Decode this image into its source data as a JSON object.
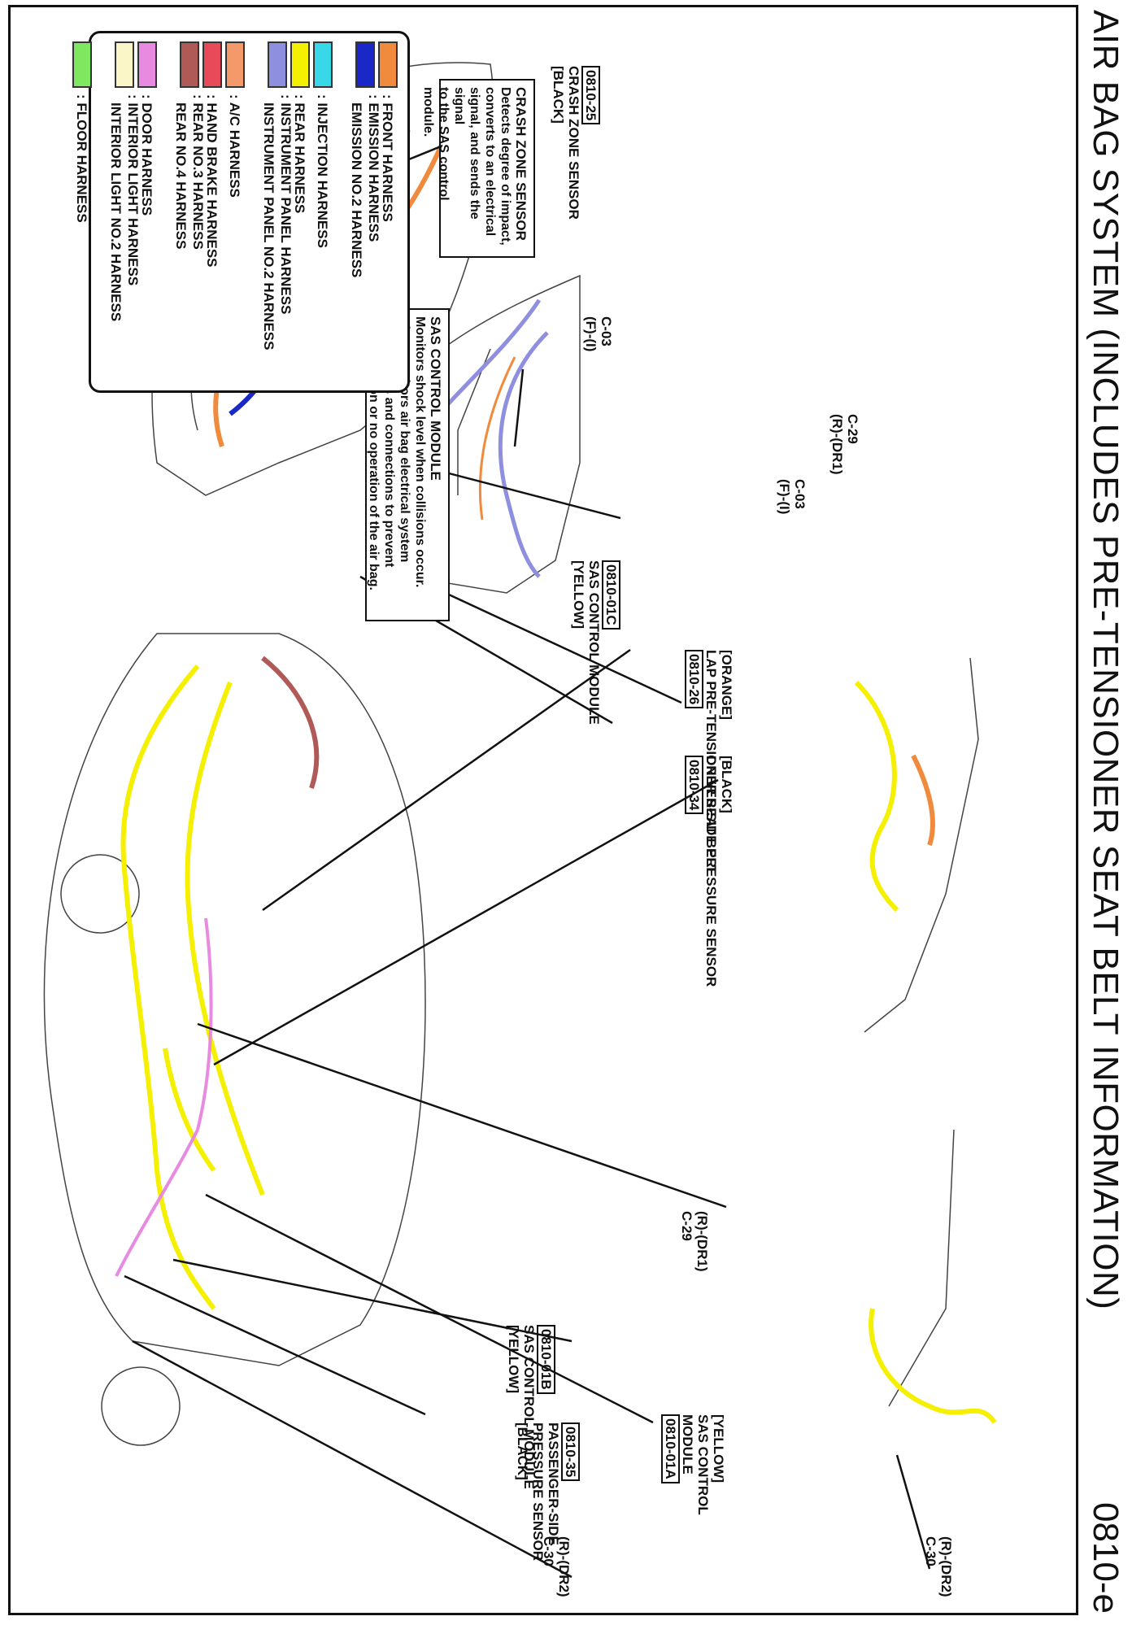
{
  "title": "AIR BAG SYSTEM (INCLUDES PRE-TENSIONER SEAT BELT INFORMATION)",
  "page_number": "0810-e",
  "legend": [
    {
      "label": ": FRONT HARNESS",
      "color": "#f08a3c"
    },
    {
      "label": ": EMISSION HARNESS",
      "label2": "EMISSION NO.2 HARNESS",
      "color": "#1a28c8"
    },
    {
      "label": ": INJECTION HARNESS",
      "color": "#38d8e8"
    },
    {
      "label": ": REAR HARNESS",
      "color": "#f4f000"
    },
    {
      "label": ": INSTRUMENT PANEL HARNESS",
      "label2": "INSTRUMENT PANEL NO.2 HARNESS",
      "color": "#8f8fe0"
    },
    {
      "label": ": A/C HARNESS",
      "color": "#f49a6a"
    },
    {
      "label": ": HAND BRAKE HARNESS",
      "color": "#e84a5a"
    },
    {
      "label": ": REAR NO.3 HARNESS",
      "label2": "REAR NO.4 HARNESS",
      "color": "#b05a58"
    },
    {
      "label": ": DOOR HARNESS",
      "color": "#e88ae0"
    },
    {
      "label": ": INTERIOR LIGHT HARNESS",
      "label2": "INTERIOR LIGHT NO.2 HARNESS",
      "color": "#fbf6c8"
    },
    {
      "label": ": FLOOR HARNESS",
      "color": "#80e860"
    }
  ],
  "crash_zone": {
    "code": "0810-25",
    "name": "CRASH ZONE SENSOR",
    "color_note": "[BLACK]",
    "heading": "CRASH ZONE SENSOR",
    "lines": [
      "Detects degree of impact,",
      "converts to an electrical",
      "signal, and sends the signal",
      "to the SAS control module."
    ]
  },
  "sas_module_box": {
    "heading": "SAS CONTROL MODULE",
    "lines": [
      "Monitors shock level when collisions occur.",
      "Also, monitors air bag electrical system",
      "components and connections to prevent",
      "mis-operation or no operation of the air bag."
    ]
  },
  "dash": {
    "connector_a": {
      "id": "C-03",
      "pin": "(F)-(I)"
    },
    "module": {
      "code": "0810-01C",
      "name": "SAS CONTROL MODULE",
      "color_note": "[YELLOW]"
    }
  },
  "interior": {
    "c29": {
      "id": "C-29",
      "pin": "(R)-(DR1)"
    },
    "c03": {
      "id": "C-03",
      "pin": "(F)-(I)"
    },
    "c30": {
      "id": "C-30",
      "pin": "(R)-(DR2)"
    }
  },
  "body": {
    "lap": {
      "color_note": "[ORANGE]",
      "name": "LAP PRE-TENSIONER SEAT BELT",
      "code": "0810-26"
    },
    "driver": {
      "color_note": "[BLACK]",
      "name": "DRIVER-SIDE  PRESSURE SENSOR",
      "code": "0810-34"
    },
    "c29": {
      "id": "C-29",
      "pin": "(R)-(DR1)"
    },
    "module_a": {
      "color_note": "[YELLOW]",
      "name1": "SAS CONTROL",
      "name2": "MODULE",
      "code": "0810-01A"
    },
    "module_b": {
      "code": "0810-01B",
      "name": "SAS CONTROL MODULE",
      "color_note": "[YELLOW]"
    },
    "passenger": {
      "code": "0810-35",
      "name1": "PASSENGER-SIDE",
      "name2": "PRESSURE SENSOR",
      "color_note": "[BLACK]"
    },
    "c30": {
      "id": "C-30",
      "pin": "(R)-(DR2)"
    }
  }
}
